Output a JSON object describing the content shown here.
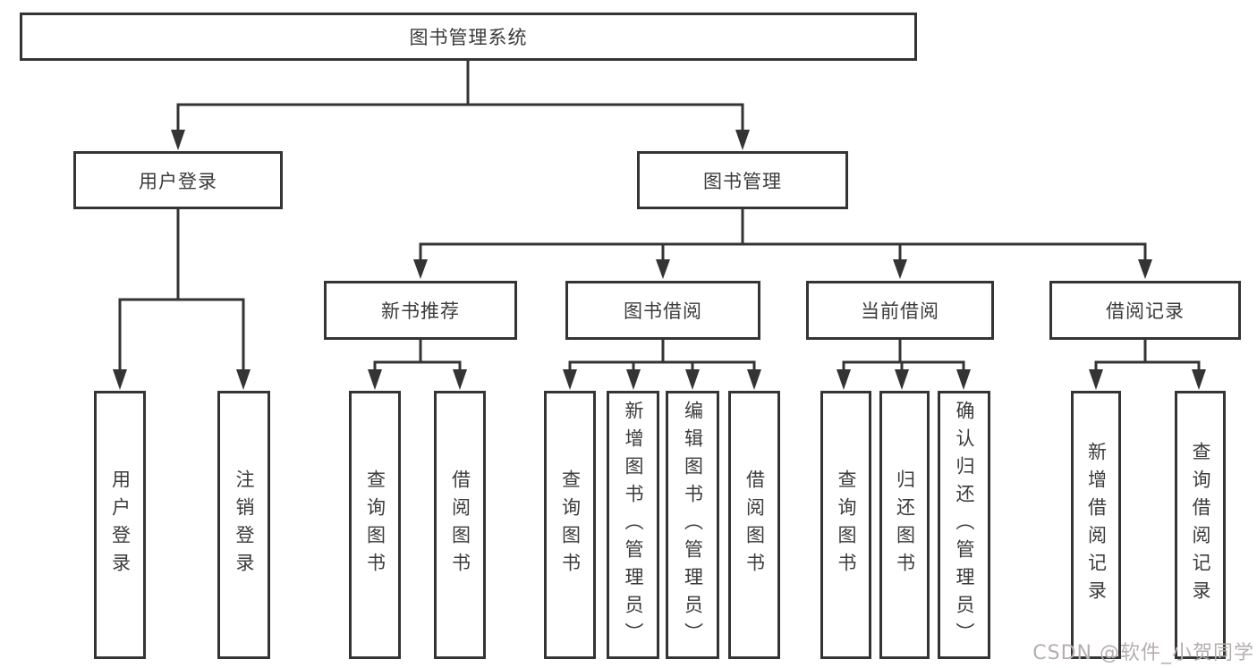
{
  "tree": {
    "root": {
      "label": "图书管理系统"
    },
    "branches": [
      {
        "label": "用户登录",
        "leaves": [
          "用户登录",
          "注销登录"
        ]
      },
      {
        "label": "图书管理",
        "groups": [
          {
            "label": "新书推荐",
            "leaves": [
              "查询图书",
              "借阅图书"
            ]
          },
          {
            "label": "图书借阅",
            "leaves": [
              "查询图书",
              "新增图书（管理员）",
              "编辑图书（管理员）",
              "借阅图书"
            ]
          },
          {
            "label": "当前借阅",
            "leaves": [
              "查询图书",
              "归还图书",
              "确认归还（管理员）"
            ]
          },
          {
            "label": "借阅记录",
            "leaves": [
              "新增借阅记录",
              "查询借阅记录"
            ]
          }
        ]
      }
    ]
  },
  "watermark": "CSDN @软件_小贺同学",
  "colors": {
    "line": "#343434",
    "text": "#3b3b3b",
    "background": "#ffffff",
    "watermark": "#b6aeae"
  }
}
